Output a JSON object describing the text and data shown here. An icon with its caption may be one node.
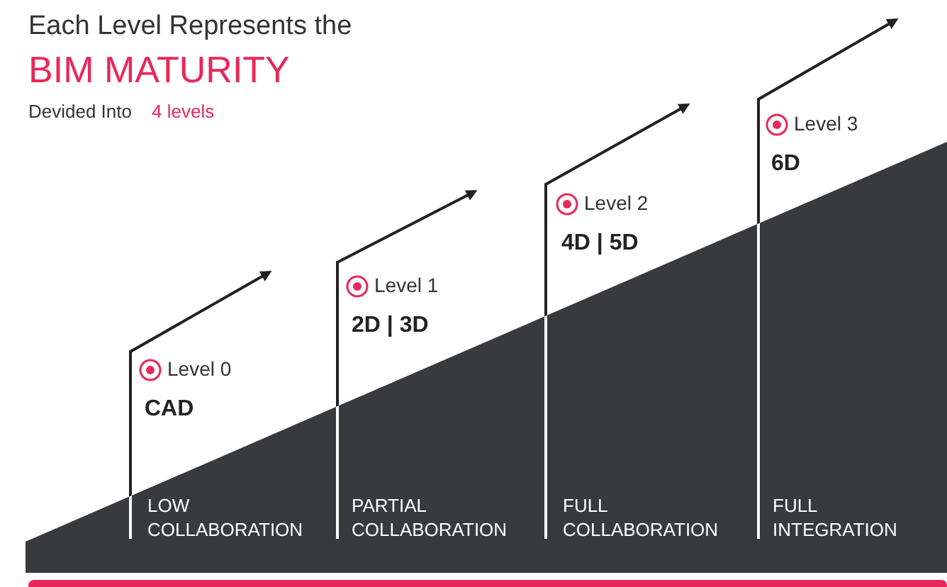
{
  "diagram": {
    "title": "Each Level Represents the",
    "nodes": [
      {
        "text": [
          "Level 0",
          "CAD"
        ]
      },
      {
        "text": [
          "Level 1",
          "2D | 3D"
        ]
      },
      {
        "text": [
          "Level 2",
          "4D | 5D"
        ]
      },
      {
        "text": [
          "Level 3",
          "6D"
        ]
      }
    ],
    "labels": [
      "BIM MATURITY",
      "Devided Into",
      "4 levels",
      "LOW COLLABORATION",
      "PARTIAL COLLABORATION",
      "FULL COLLABORATION",
      "FULL INTEGRATION"
    ]
  }
}
